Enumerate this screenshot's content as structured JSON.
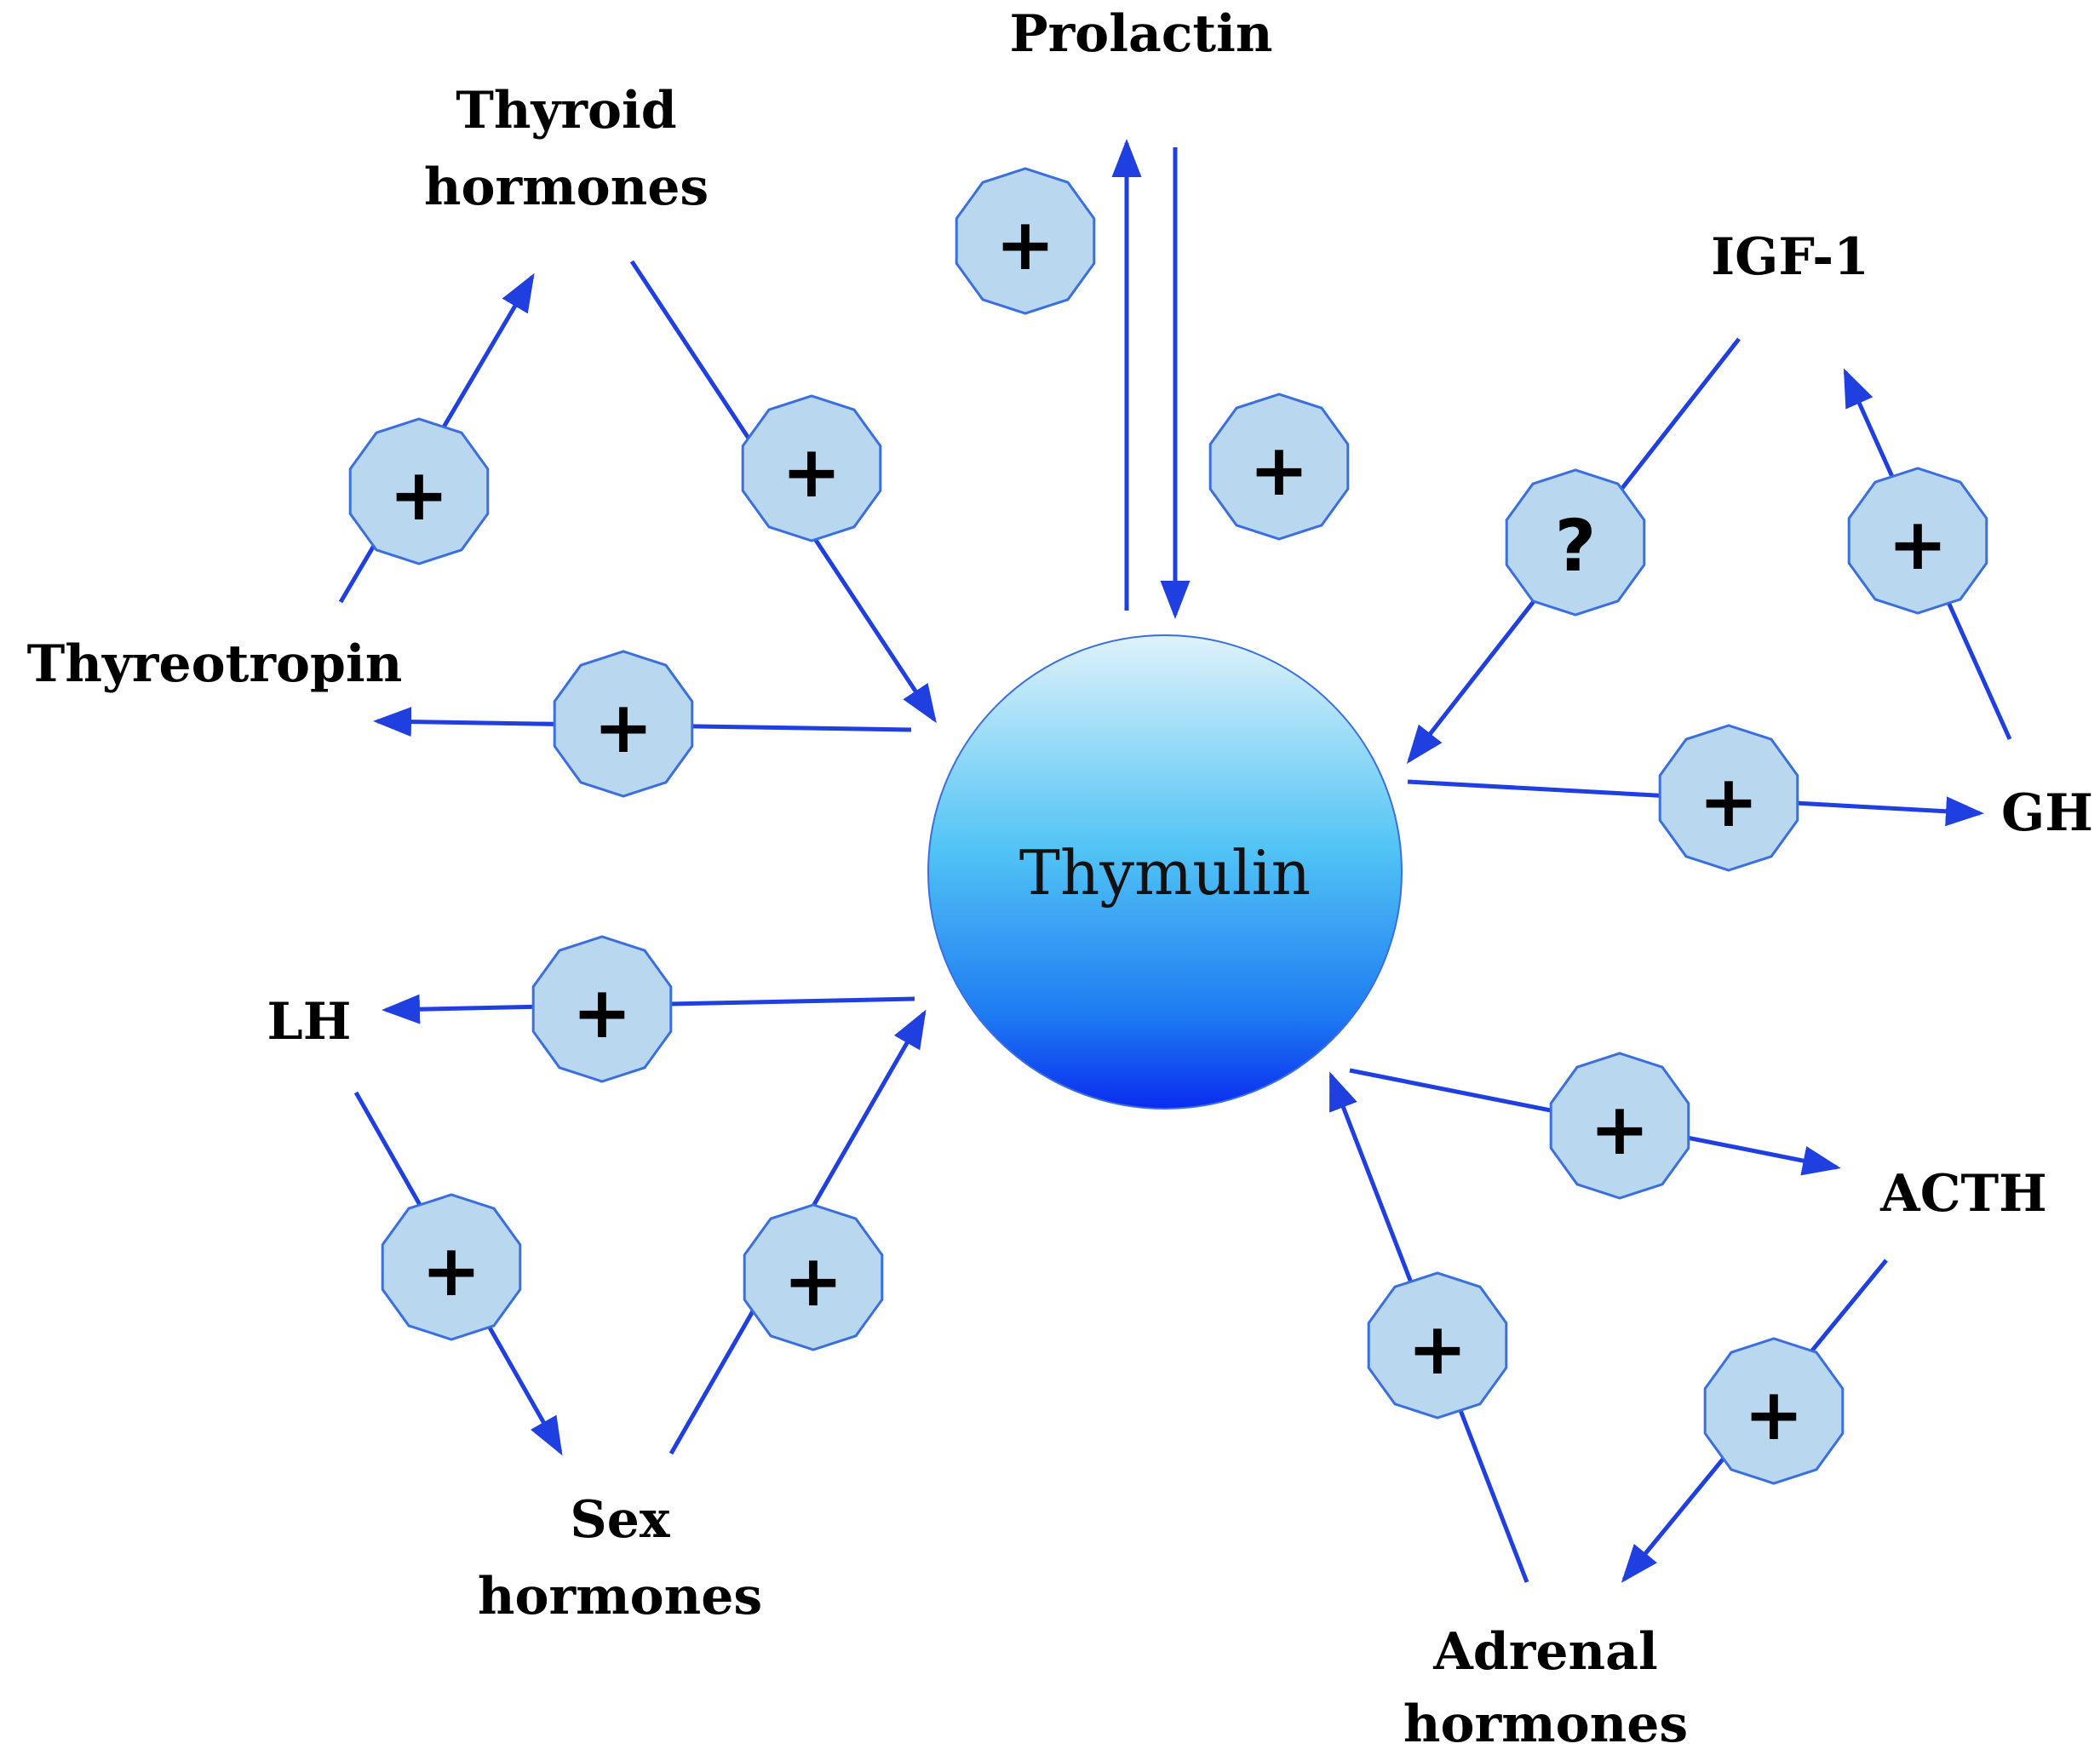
{
  "center": {
    "label": "Thymulin"
  },
  "nodes": {
    "prolactin": "Prolactin",
    "thyroid_line1": "Thyroid",
    "thyroid_line2": "hormones",
    "igf1": "IGF-1",
    "thyreotropin": "Thyreotropin",
    "gh": "GH",
    "lh": "LH",
    "acth": "ACTH",
    "sex_line1": "Sex",
    "sex_line2": "hormones",
    "adrenal_line1": "Adrenal",
    "adrenal_line2": "hormones"
  },
  "badges": {
    "prolactin_out": "+",
    "prolactin_in": "+",
    "thyreotropin_to_thyroid": "+",
    "thyroid_to_thymulin": "+",
    "thymulin_to_thyreotropin": "+",
    "igf1_to_thymulin": "?",
    "gh_to_igf1": "+",
    "thymulin_to_gh": "+",
    "thymulin_to_lh": "+",
    "lh_to_sex": "+",
    "sex_to_thymulin": "+",
    "thymulin_to_acth": "+",
    "acth_to_adrenal": "+",
    "adrenal_to_thymulin": "+"
  },
  "colors": {
    "arrow": "#1f3fe0",
    "badge_fill": "#b9d7ef",
    "badge_stroke": "#3a6fe0",
    "sphere_top": "#dff2fb",
    "sphere_mid": "#52c4f5",
    "sphere_bottom": "#0a2cf0"
  }
}
